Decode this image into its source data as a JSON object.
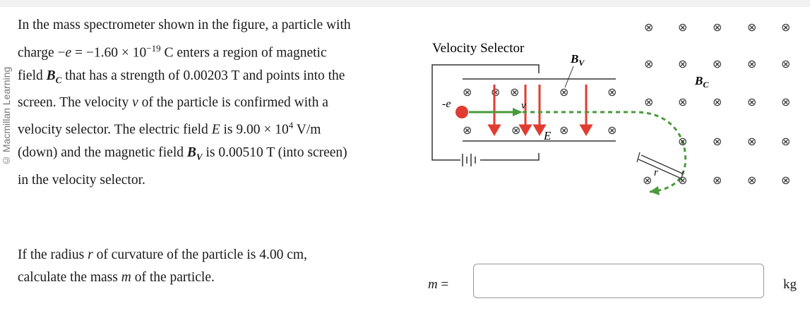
{
  "watermark": "© Macmillan Learning",
  "problem": {
    "l1": "In the mass spectrometer shown in the figure, a particle with",
    "l2a": "charge −",
    "l2e": "e",
    "l2b": " = −1.60 × 10",
    "l2exp": "−19",
    "l2c": " C enters a region of magnetic",
    "l3a": "field ",
    "l3b": " that has a strength of 0.00203 T and points into the",
    "l4a": "screen. The velocity ",
    "l4b": " of the particle is confirmed with a",
    "l5a": "velocity selector. The electric field ",
    "l5b": " is 9.00 × 10",
    "l5exp": "4",
    "l5c": " V/m",
    "l6a": "(down) and the magnetic field ",
    "l6b": " is 0.00510 T (into screen)",
    "l7": "in the velocity selector."
  },
  "symbols": {
    "Bc": "B",
    "Bc_sub": "C",
    "v": "v",
    "E": "E",
    "Bv": "B",
    "Bv_sub": "V"
  },
  "question": {
    "l1a": "If the radius ",
    "r": "r",
    "l1b": " of curvature of the particle is 4.00 cm,",
    "l2a": "calculate the mass ",
    "m": "m",
    "l2b": " of the particle."
  },
  "figure": {
    "title": "Velocity Selector",
    "label_charge": "-e",
    "label_v": "v",
    "label_E": "E",
    "label_Bv": "B",
    "label_Bv_sub": "V",
    "label_Bc": "B",
    "label_Bc_sub": "C",
    "label_r": "r",
    "into_symbol": "⊗",
    "colors": {
      "particle": "#e03c31",
      "efield": "#e03c31",
      "path": "#4a9a3a",
      "line": "#333333"
    }
  },
  "answer": {
    "label_var": "m",
    "label_eq": " =",
    "value": "",
    "placeholder": "",
    "unit": "kg"
  }
}
